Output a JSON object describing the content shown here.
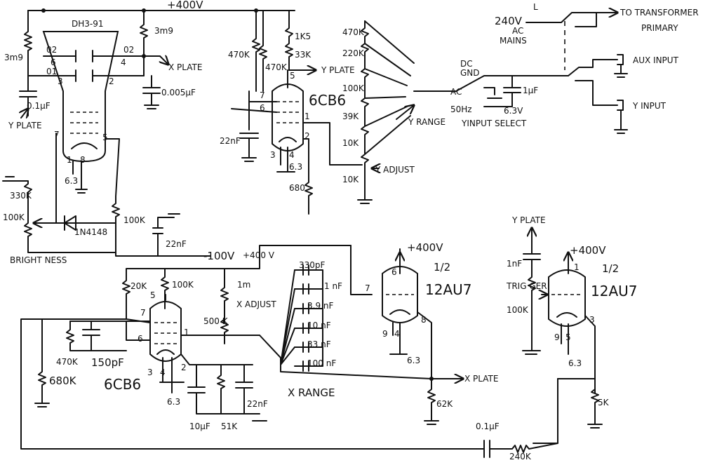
{
  "top": {
    "supply_400": "+400V",
    "crt": "DH3-91",
    "res_3m9_left": "3m9",
    "res_3m9_right": "3m9",
    "cap_01uf": "0.1μF",
    "y_plate_in": "Y PLATE",
    "x_plate_out": "X PLATE",
    "cap_0005uf": "0.005μF",
    "pin_02a": "02",
    "pin_02b": "02",
    "pin_01": "01",
    "pin_6": "6",
    "pin_4": "4",
    "pin_3": "3",
    "pin_2": "2",
    "pin_7": "7",
    "pin_5": "5",
    "pin_1": "1",
    "pin_8": "8",
    "heater_63": "6.3",
    "res_330k": "330K",
    "res_100k_bright": "100K",
    "diode": "1N4148",
    "res_100k_right": "100K",
    "brightness": "BRIGHT NESS",
    "cap_22nf": "22nF",
    "supply_neg100": "-100V"
  },
  "yamp": {
    "res_470k_a": "470K",
    "res_470k_b": "470K",
    "res_1k5": "1K5",
    "res_33k": "33K",
    "y_plate_out": "Y PLATE",
    "tube": "6CB6",
    "pin_7": "7",
    "pin_6": "6",
    "pin_1": "1",
    "pin_2": "2",
    "pin_5": "5",
    "pin_3": "3",
    "pin_4": "4",
    "heater": "6.3",
    "cap_22nf": "22nF",
    "res_680": "680",
    "ladder": [
      "470K",
      "220K",
      "100K",
      "39K",
      "10K",
      "10K"
    ],
    "y_range": "Y RANGE",
    "y_adjust": "Y ADJUST"
  },
  "input": {
    "dc": "DC",
    "gnd": "GND",
    "ac": "AC",
    "hz50": "50Hz",
    "cap_1uf": "1μF",
    "v63": "6.3V",
    "select": "YINPUT SELECT",
    "mains_v": "240V",
    "mains_ac": "AC",
    "mains": "MAINS",
    "switch_l": "L",
    "to_transformer": "TO TRANSFORMER",
    "primary": "PRIMARY",
    "aux_input": "AUX INPUT",
    "y_input": "Y INPUT"
  },
  "timebase": {
    "supply_400": "+400 V",
    "res_20k": "20K",
    "res_100k": "100K",
    "res_1m": "1m",
    "x_adjust": "X ADJUST",
    "pot_500k": "500 K",
    "tube": "6CB6",
    "pin_5": "5",
    "pin_7": "7",
    "pin_6": "6",
    "pin_1": "1",
    "pin_3": "3",
    "pin_4": "4",
    "pin_2": "2",
    "heater": "6.3",
    "res_470k": "470K",
    "cap_150pf": "150pF",
    "res_680k": "680K",
    "cap_10uf": "10μF",
    "res_51k": "51K",
    "cap_22nf": "22nF",
    "caps": [
      "330pF",
      "1 nF",
      "3.9 nF",
      "10 nF",
      "33 nF",
      "100 nF"
    ],
    "x_range": "X RANGE"
  },
  "xout": {
    "supply_400": "+400V",
    "half": "1/2",
    "tube": "12AU7",
    "pin_6": "6",
    "pin_7": "7",
    "pin_8": "8",
    "pin_9": "9",
    "pin_4": "4",
    "heater": "6.3",
    "x_plate": "X PLATE",
    "res_62k": "62K"
  },
  "trigger": {
    "y_plate": "Y PLATE",
    "cap_1nf": "1nF",
    "trig": "TRIG GER",
    "pot_100k": "100K",
    "supply_400": "+400V",
    "pin_1": "1",
    "half": "1/2",
    "tube": "12AU7",
    "pin_3": "3",
    "pin_9": "9",
    "pin_5": "5",
    "heater": "6.3",
    "res_5k": "5K",
    "cap_01uf": "0.1μF",
    "res_240k": "240K"
  }
}
